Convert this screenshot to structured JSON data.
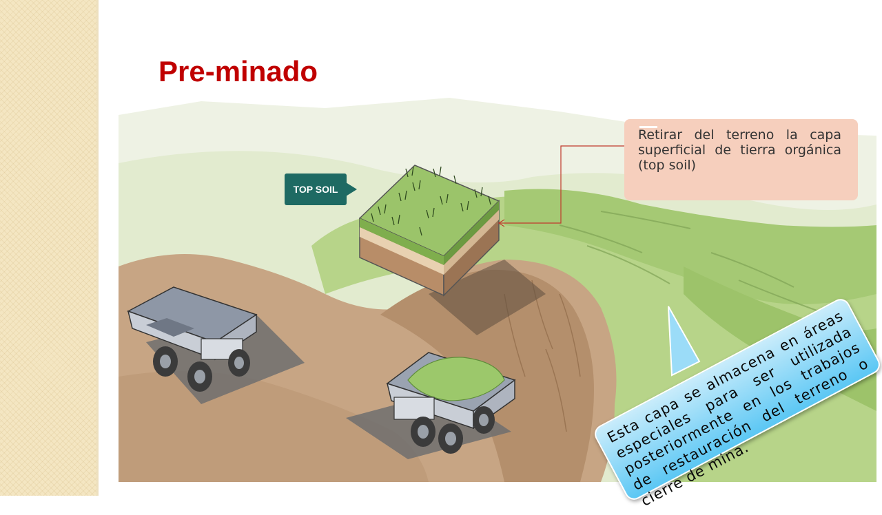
{
  "slide": {
    "title": "Pre-minado",
    "tag_label": "TOP SOIL",
    "info_text": "Retirar del terreno la capa superficial de tierra orgánica (top soil)",
    "bubble_text": "Esta capa se almacena en áreas especiales para ser utilizada posteriormente en los trabajos de restauración del terreno o cierre de mina."
  },
  "colors": {
    "title": "#c00000",
    "tag": "#1e6a63",
    "info_box": "#f6cfbd",
    "bubble": "#5bc7f4",
    "connector": "#c0392b"
  },
  "icons": [
    "soil-block-icon",
    "dump-truck-icon",
    "loaded-dump-truck-icon"
  ]
}
